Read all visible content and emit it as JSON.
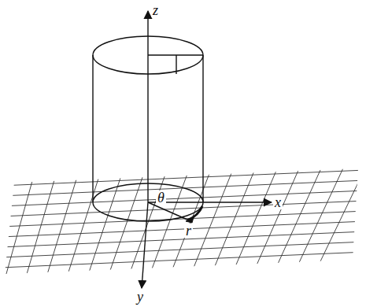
{
  "diagram": {
    "labels": [
      "z",
      "x",
      "y",
      "θ",
      "r"
    ]
  }
}
